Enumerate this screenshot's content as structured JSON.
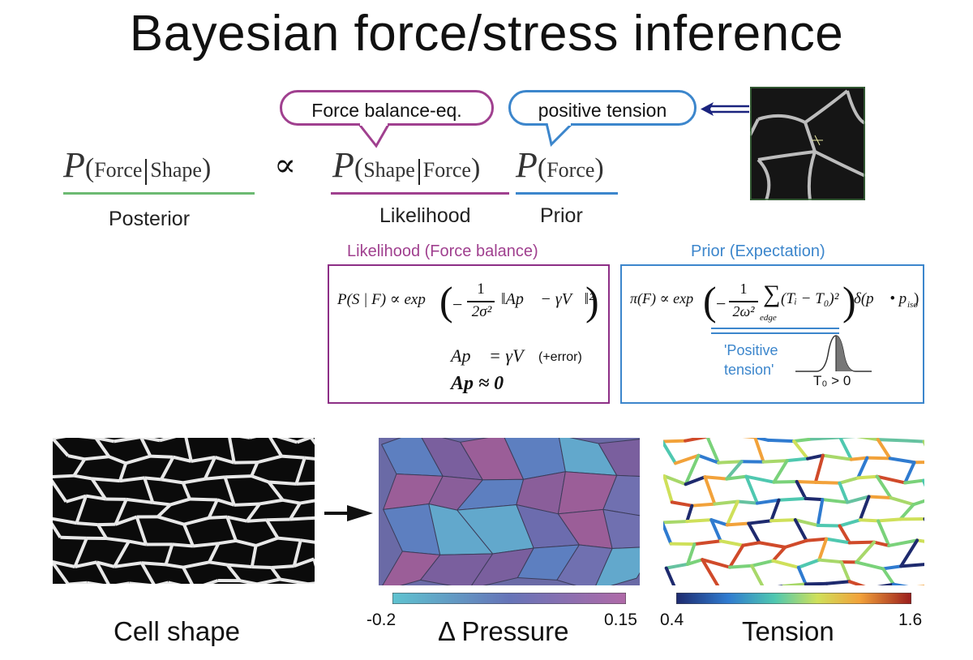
{
  "title": "Bayesian force/stress inference",
  "colors": {
    "posterior": "#6cba72",
    "likelihood": "#a0408f",
    "prior": "#3c86cc"
  },
  "equation": {
    "P": "P",
    "force": "Force",
    "shape": "Shape",
    "propto": "∝",
    "posterior_label": "Posterior",
    "likelihood_label": "Likelihood",
    "prior_label": "Prior"
  },
  "bubbles": {
    "force_balance": "Force balance-eq.",
    "positive_tension": "positive tension"
  },
  "likelihood_box": {
    "title": "Likelihood (Force balance)",
    "line1_left": "P(S | F) ∝ exp",
    "line1_frac_num": "1",
    "line1_frac_den": "2σ²",
    "line1_norm": "‖Ap⃗ − γV⃗‖²",
    "line2": "Ap⃗ = γV⃗",
    "line2_note": "(+error)",
    "line3": "Ap ≈ 0"
  },
  "prior_box": {
    "title": "Prior (Expectation)",
    "line1_left": "π(F) ∝ exp",
    "frac_num": "1",
    "frac_den": "2ω²",
    "sum": "∑",
    "sum_sub": "edge",
    "term": "(Tᵢ − T₀)²",
    "delta": "δ(p⃗ • p⃗",
    "delta_sub": "iso",
    "note_line1": "'Positive",
    "note_line2": "tension'",
    "t0": "T₀ > 0"
  },
  "captions": {
    "cell_shape": "Cell shape",
    "pressure": "Δ Pressure",
    "tension": "Tension"
  },
  "colorbars": {
    "pressure_min": "-0.2",
    "pressure_max": "0.15",
    "tension_min": "0.4",
    "tension_max": "1.6"
  }
}
